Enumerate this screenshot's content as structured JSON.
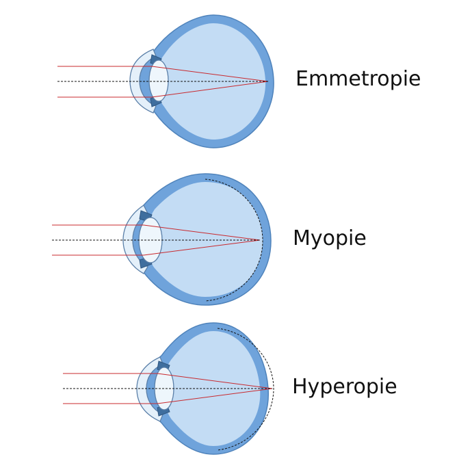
{
  "diagrams": [
    {
      "id": "emmetropie",
      "label": "Emmetropie"
    },
    {
      "id": "myopie",
      "label": "Myopie"
    },
    {
      "id": "hyperopie",
      "label": "Hyperopie"
    }
  ],
  "colors": {
    "sclera": "#6fa3db",
    "vitreous": "#c3dcf4",
    "lens": "#eef6fc",
    "outline": "#5a7fa8",
    "ray": "#c8282d",
    "axis": "#111111",
    "background": "#ffffff"
  }
}
